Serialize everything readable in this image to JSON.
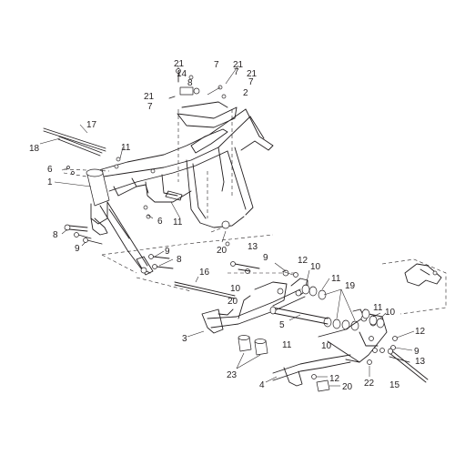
{
  "callouts": [
    {
      "text": "21"
    },
    {
      "text": "7"
    },
    {
      "text": "14"
    },
    {
      "text": "21"
    },
    {
      "text": "7"
    },
    {
      "text": "8"
    },
    {
      "text": "21"
    },
    {
      "text": "7"
    },
    {
      "text": "21"
    },
    {
      "text": "2"
    },
    {
      "text": "7"
    },
    {
      "text": "17"
    },
    {
      "text": "18"
    },
    {
      "text": "11"
    },
    {
      "text": "6"
    },
    {
      "text": "1"
    },
    {
      "text": "6"
    },
    {
      "text": "11"
    },
    {
      "text": "8"
    },
    {
      "text": "9"
    },
    {
      "text": "20"
    },
    {
      "text": "13"
    },
    {
      "text": "9"
    },
    {
      "text": "9"
    },
    {
      "text": "8"
    },
    {
      "text": "16"
    },
    {
      "text": "12"
    },
    {
      "text": "10"
    },
    {
      "text": "10"
    },
    {
      "text": "11"
    },
    {
      "text": "20"
    },
    {
      "text": "19"
    },
    {
      "text": "5"
    },
    {
      "text": "11"
    },
    {
      "text": "10"
    },
    {
      "text": "11"
    },
    {
      "text": "10"
    },
    {
      "text": "3"
    },
    {
      "text": "12"
    },
    {
      "text": "9"
    },
    {
      "text": "13"
    },
    {
      "text": "23"
    },
    {
      "text": "12"
    },
    {
      "text": "22"
    },
    {
      "text": "4"
    },
    {
      "text": "20"
    },
    {
      "text": "15"
    }
  ]
}
